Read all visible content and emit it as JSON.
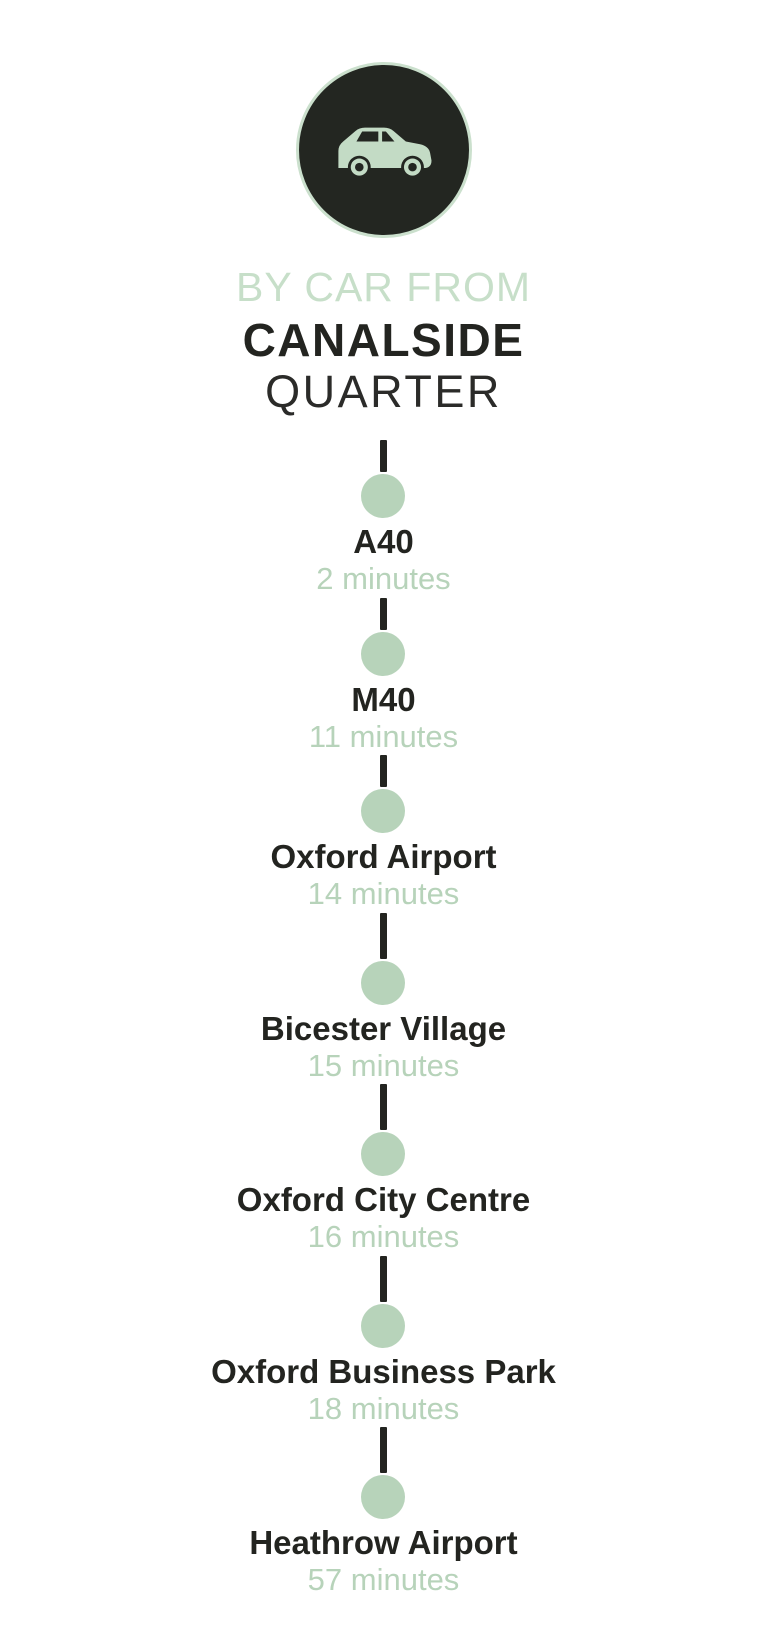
{
  "header": {
    "eyebrow": "BY CAR FROM",
    "title_line1": "CANALSIDE",
    "title_line2": "QUARTER",
    "icon": "car-icon"
  },
  "colors": {
    "accent_green": "#b7d3ba",
    "light_green": "#c7dfc9",
    "dark_text": "#232420",
    "icon_circle_bg": "#232621",
    "icon_circle_ring": "#cbe0cd"
  },
  "timeline": {
    "stops": [
      {
        "name": "A40",
        "time": "2 minutes"
      },
      {
        "name": "M40",
        "time": "11 minutes"
      },
      {
        "name": "Oxford Airport",
        "time": "14 minutes"
      },
      {
        "name": "Bicester Village",
        "time": "15 minutes"
      },
      {
        "name": "Oxford City Centre",
        "time": "16 minutes"
      },
      {
        "name": "Oxford Business Park",
        "time": "18 minutes"
      },
      {
        "name": "Heathrow Airport",
        "time": "57 minutes"
      }
    ]
  }
}
